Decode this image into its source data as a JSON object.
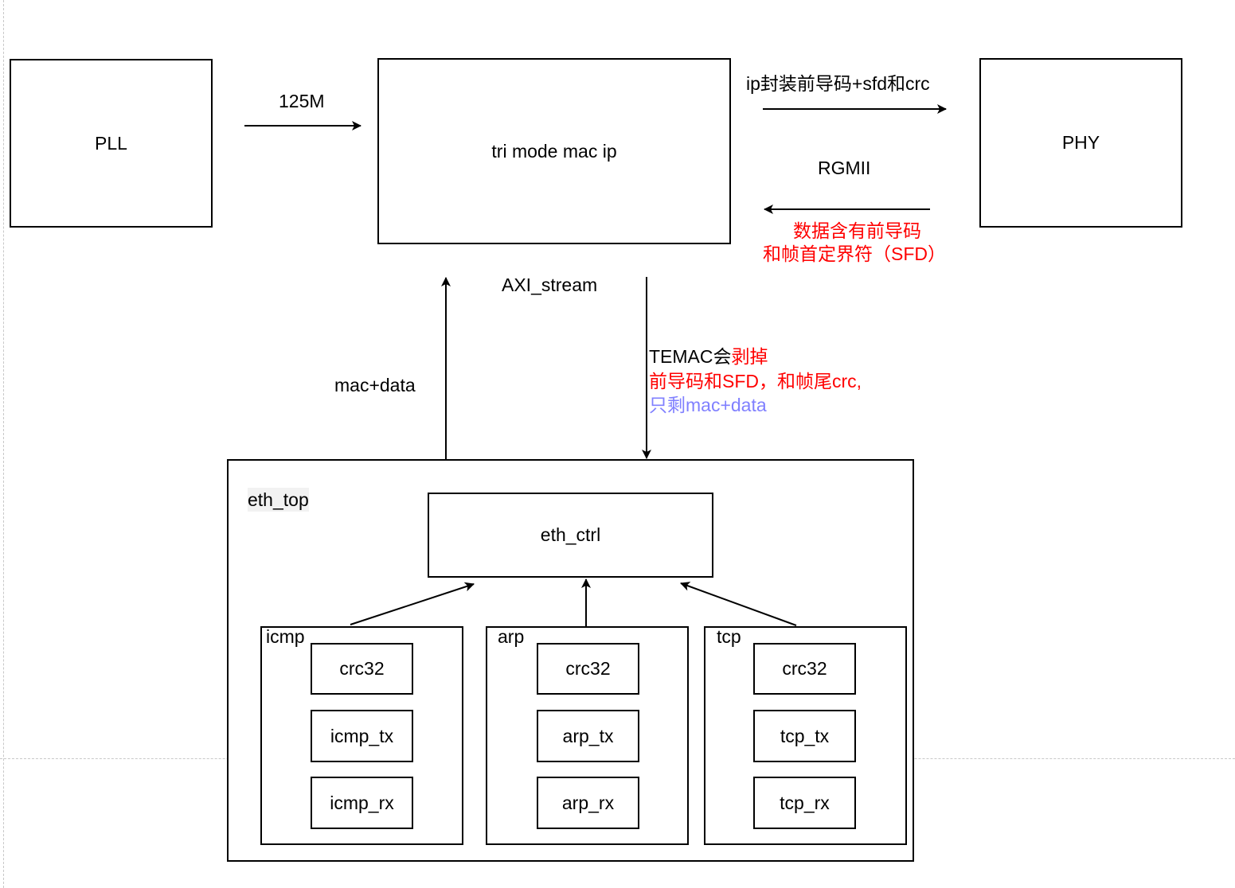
{
  "blocks": {
    "pll": "PLL",
    "mac": "tri mode mac ip",
    "phy": "PHY",
    "eth_top": "eth_top",
    "eth_ctrl": "eth_ctrl"
  },
  "labels": {
    "clk": "125M",
    "tx_note": "ip封装前导码+sfd和crc",
    "rgmii": "RGMII",
    "rx_note_1": "数据含有前导码",
    "rx_note_2": "和帧首定界符（SFD）",
    "axi": "AXI_stream",
    "up_data": "mac+data",
    "temac_1a": "TEMAC会",
    "temac_1b": "剥掉",
    "temac_2": "前导码和SFD，和帧尾crc,",
    "temac_3": "只剩mac+data"
  },
  "modules": [
    {
      "name": "icmp",
      "children": [
        "crc32",
        "icmp_tx",
        "icmp_rx"
      ]
    },
    {
      "name": "arp",
      "children": [
        "crc32",
        "arp_tx",
        "arp_rx"
      ]
    },
    {
      "name": "tcp",
      "children": [
        "crc32",
        "tcp_tx",
        "tcp_rx"
      ]
    }
  ],
  "colors": {
    "note_red": "#ff0000",
    "note_blue": "#8080ff",
    "line": "#000000"
  }
}
